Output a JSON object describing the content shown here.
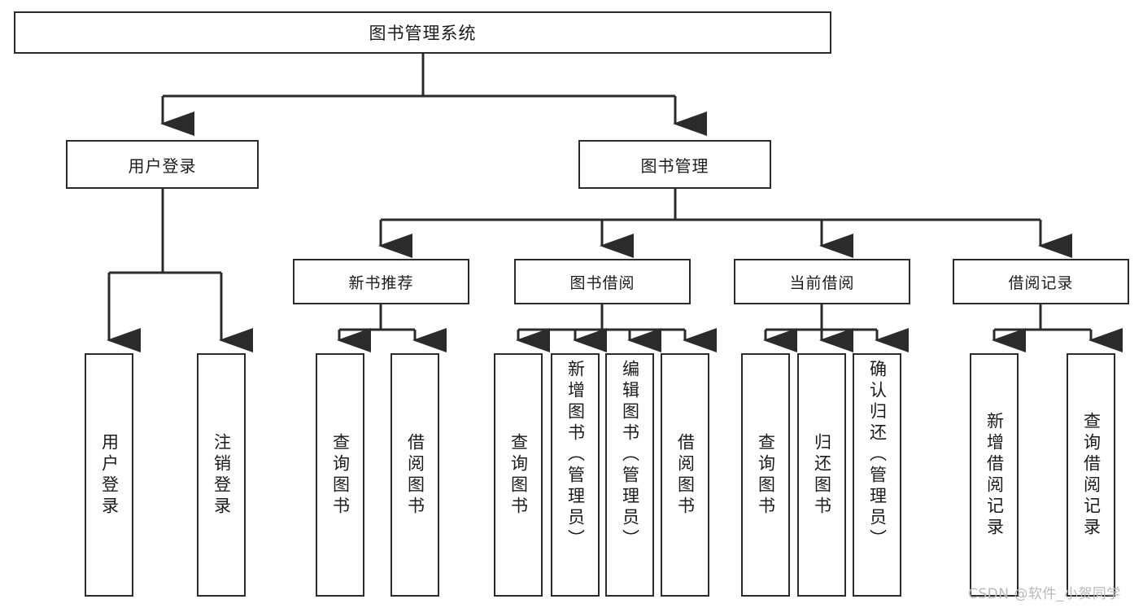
{
  "diagram": {
    "type": "tree-hierarchy",
    "title": "图书管理系统",
    "root": {
      "label": "图书管理系统"
    },
    "level1": [
      {
        "label": "用户登录"
      },
      {
        "label": "图书管理"
      }
    ],
    "level2": [
      {
        "label": "新书推荐",
        "parent": "图书管理"
      },
      {
        "label": "图书借阅",
        "parent": "图书管理"
      },
      {
        "label": "当前借阅",
        "parent": "图书管理"
      },
      {
        "label": "借阅记录",
        "parent": "图书管理"
      }
    ],
    "leaves": [
      {
        "label": "用户登录",
        "parent": "用户登录",
        "align": "center"
      },
      {
        "label": "注销登录",
        "parent": "用户登录",
        "align": "center"
      },
      {
        "label": "查询图书",
        "parent": "新书推荐",
        "align": "center"
      },
      {
        "label": "借阅图书",
        "parent": "新书推荐",
        "align": "center"
      },
      {
        "label": "查询图书",
        "parent": "图书借阅",
        "align": "center"
      },
      {
        "label": "新增图书（管理员）",
        "parent": "图书借阅",
        "align": "top"
      },
      {
        "label": "编辑图书（管理员）",
        "parent": "图书借阅",
        "align": "top"
      },
      {
        "label": "借阅图书",
        "parent": "图书借阅",
        "align": "center"
      },
      {
        "label": "查询图书",
        "parent": "当前借阅",
        "align": "center"
      },
      {
        "label": "归还图书",
        "parent": "当前借阅",
        "align": "center"
      },
      {
        "label": "确认归还（管理员）",
        "parent": "当前借阅",
        "align": "top"
      },
      {
        "label": "新增借阅记录",
        "parent": "借阅记录",
        "align": "center"
      },
      {
        "label": "查询借阅记录",
        "parent": "借阅记录",
        "align": "center"
      }
    ]
  },
  "watermark": {
    "text": "CSDN @软件_小贺同学"
  },
  "colors": {
    "stroke": "#2b2b2b",
    "background": "#ffffff",
    "text": "#1b1b1b",
    "watermark": "#b9b9b9"
  }
}
